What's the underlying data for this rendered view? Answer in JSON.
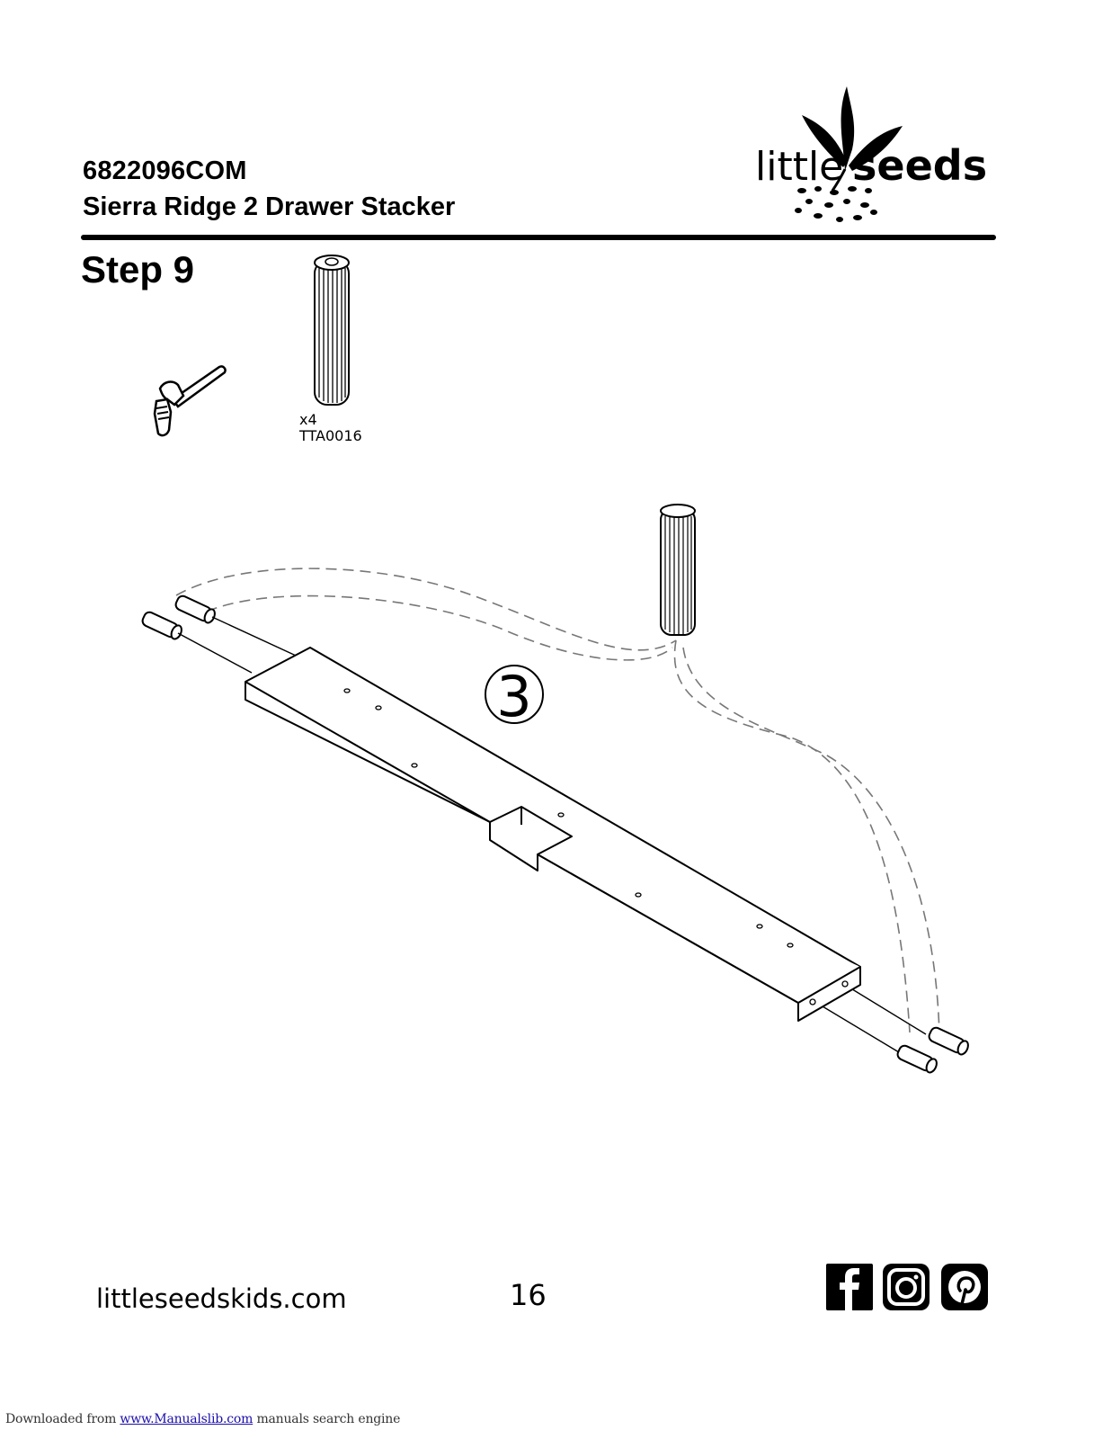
{
  "header": {
    "model_number": "6822096COM",
    "product_name": "Sierra Ridge 2 Drawer Stacker",
    "brand_logo_text": "littleseeds"
  },
  "step": {
    "title": "Step 9",
    "tool": "hammer-icon",
    "part_quantity": "x4",
    "part_code": "TTA0016",
    "panel_label": "3"
  },
  "footer": {
    "website": "littleseedskids.com",
    "page_number": "16",
    "social_icons": [
      "facebook-icon",
      "instagram-icon",
      "pinterest-icon"
    ],
    "download_prefix": "Downloaded from ",
    "download_link": "www.Manualslib.com",
    "download_suffix": " manuals search engine"
  }
}
